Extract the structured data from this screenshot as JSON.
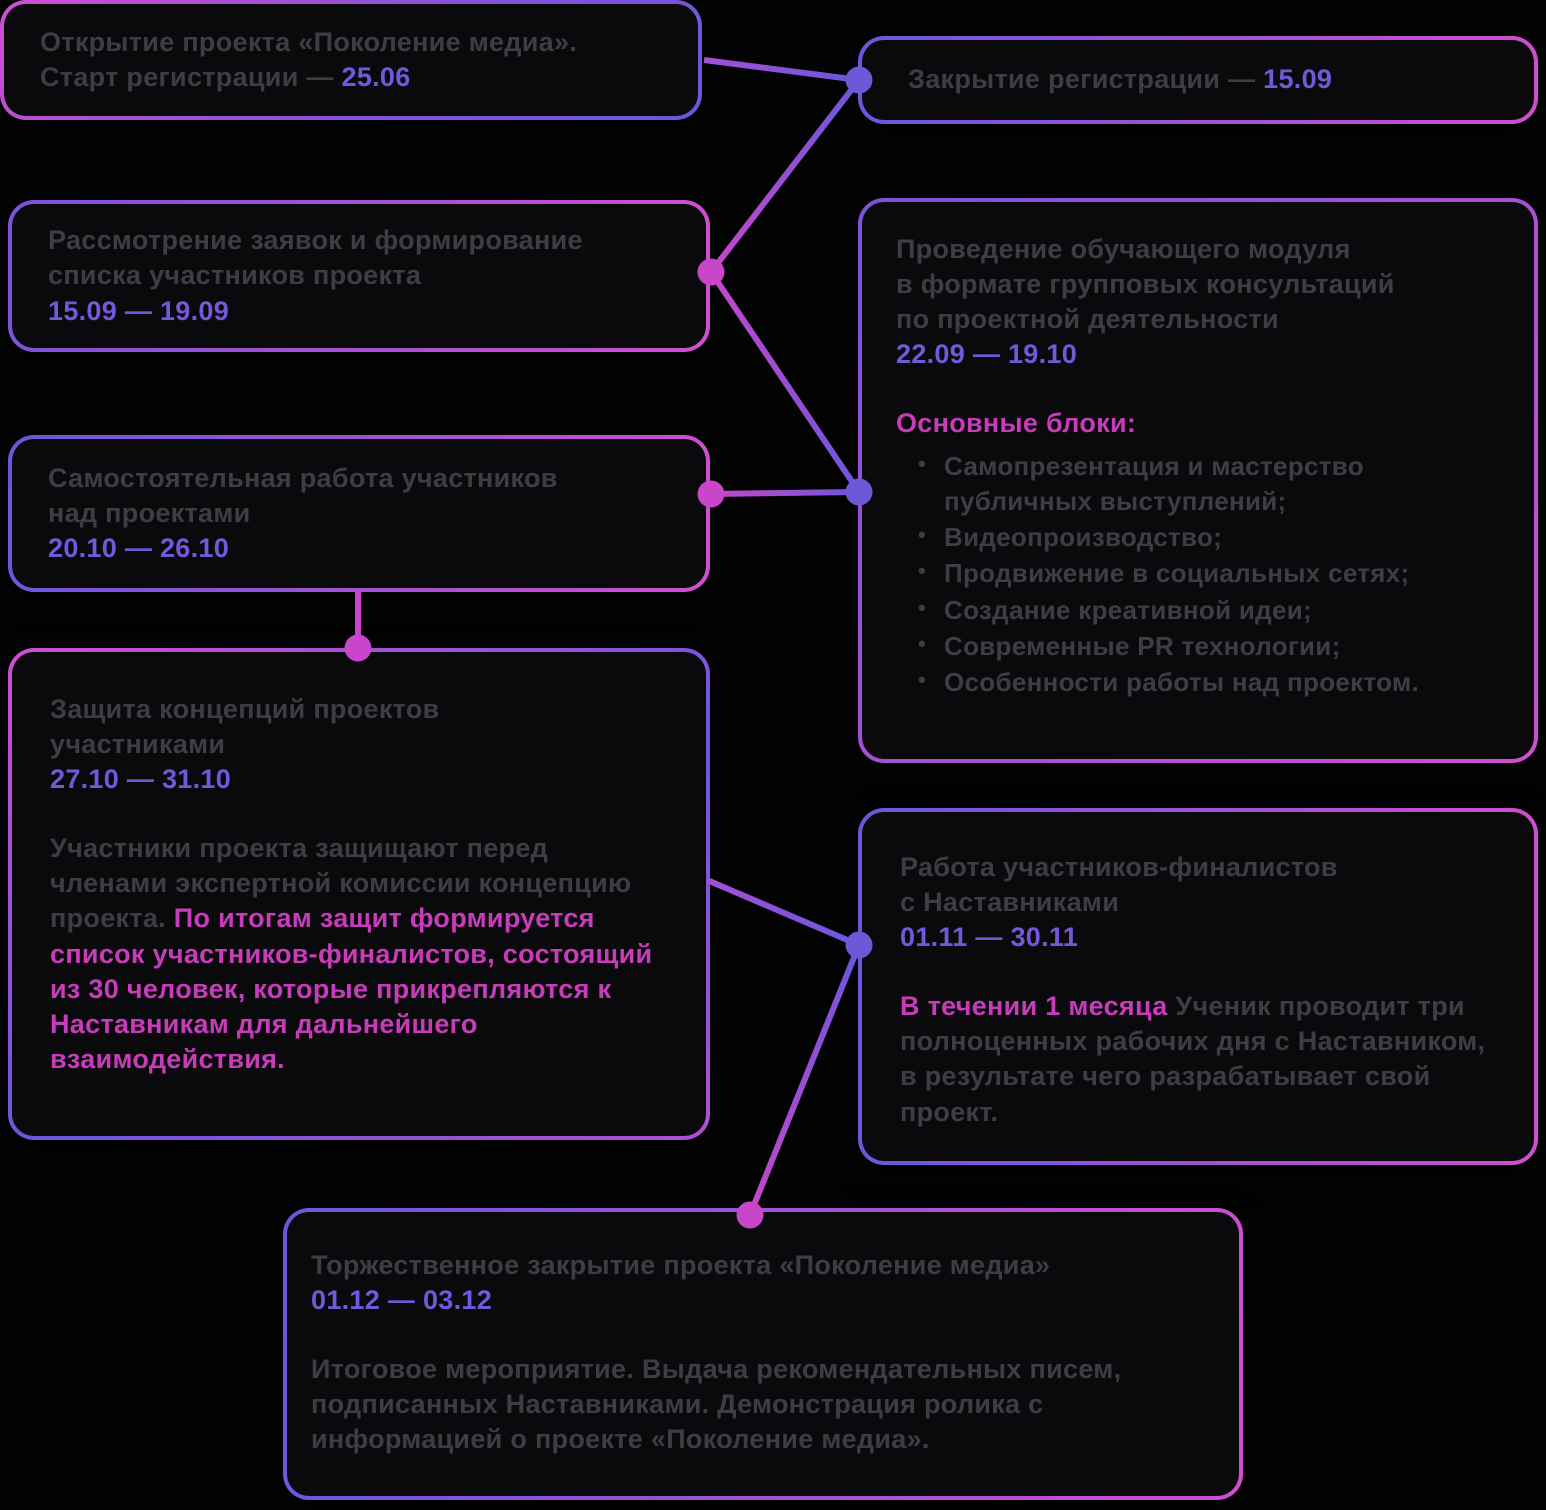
{
  "palette": {
    "background": "#030304",
    "box_fill": "#0a0a0d",
    "border_purple": "#6b57dc",
    "border_magenta": "#d14ecf",
    "text_gray": "#3d3d44",
    "date_purple": "#7458dc",
    "accent_magenta": "#c83cbb"
  },
  "stages": {
    "opening": {
      "title": "Открытие проекта «Поколение медиа».\nСтарт регистрации — ",
      "date": "25.06"
    },
    "registration_close": {
      "title": "Закрытие регистрации — ",
      "date": "15.09"
    },
    "applications": {
      "title": "Рассмотрение заявок и формирование\nсписка участников проекта",
      "date": "15.09 — 19.09"
    },
    "training_module": {
      "title": "Проведение обучающего модуля\nв формате групповых консультаций\nпо проектной деятельности",
      "date": "22.09 — 19.10",
      "blocks_label": "Основные блоки:",
      "bullets": [
        "Самопрезентация и мастерство публичных выступлений;",
        "Видеопроизводство;",
        "Продвижение в социальных сетях;",
        "Создание креативной идеи;",
        "Современные PR технологии;",
        "Особенности работы над проектом."
      ]
    },
    "independent_work": {
      "title": "Самостоятельная работа участников\nнад проектами",
      "date": "20.10 — 26.10"
    },
    "defense": {
      "title": "Защита концепций проектов\nучастниками",
      "date": "27.10 — 31.10",
      "body_gray": "Участники проекта защищают перед членами экспертной комиссии концепцию проекта. ",
      "body_magenta": "По итогам защит формируется список участников-финалистов, состоящий из 30 человек, которые прикрепляются к Наставникам для дальнейшего взаимодействия."
    },
    "mentors": {
      "title": "Работа участников-финалистов\nс Наставниками",
      "date": "01.11 — 30.11",
      "body_magenta": "В течении 1 месяца ",
      "body_gray": "Ученик проводит три полноценных рабочих дня с Наставником, в результате чего разрабатывает свой проект."
    },
    "closing": {
      "title": "Торжественное закрытие проекта «Поколение медиа»",
      "date": "01.12 — 03.12",
      "body": "Итоговое мероприятие. Выдача рекомендательных писем, подписанных Наставниками. Демонстрация ролика с информацией о проекте «Поколение медиа»."
    }
  }
}
